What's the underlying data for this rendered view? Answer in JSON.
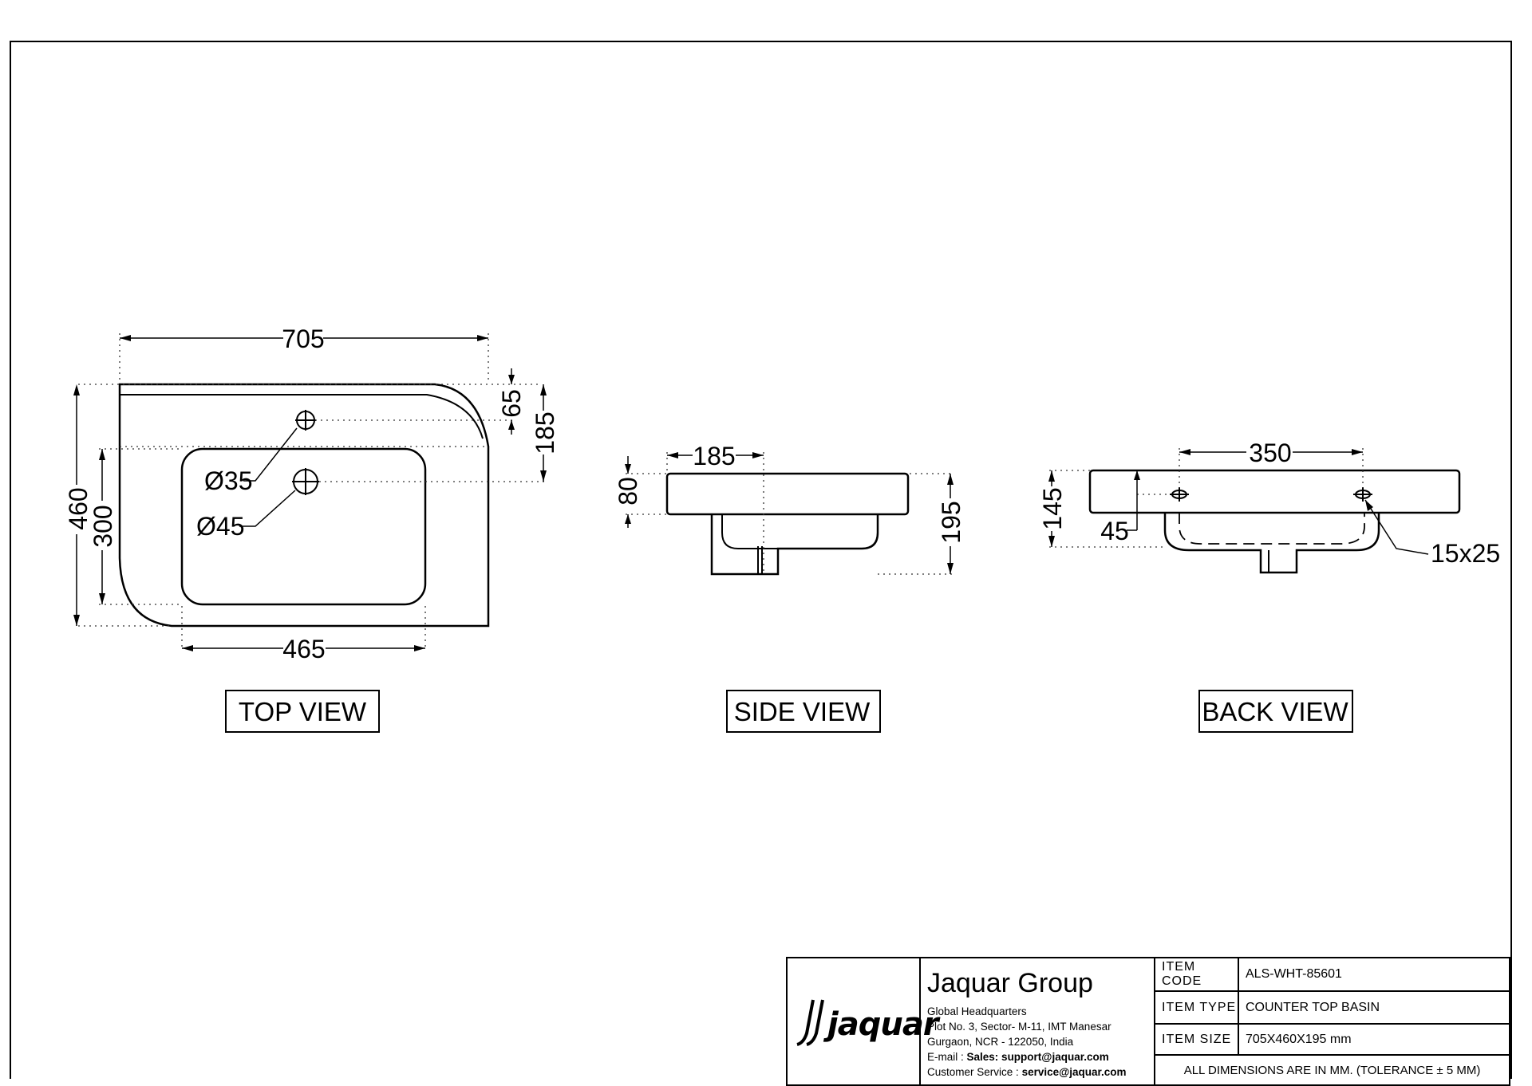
{
  "views": {
    "top": {
      "label": "TOP VIEW",
      "dims": {
        "width": "705",
        "offset": "65",
        "hole_offset": "185",
        "depth": "460",
        "bowl_depth": "300",
        "bowl_width": "465",
        "hole1": "Ø35",
        "hole2": "Ø45"
      }
    },
    "side": {
      "label": "SIDE VIEW",
      "dims": {
        "top_width": "185",
        "rim": "80",
        "height": "195"
      }
    },
    "back": {
      "label": "BACK VIEW",
      "dims": {
        "spacing": "350",
        "height": "145",
        "slot_pos": "45",
        "slot": "15x25"
      }
    }
  },
  "title_block": {
    "logo_text": "jaquar",
    "company": "Jaquar Group",
    "address_lines": [
      "Global Headquarters",
      "Plot No. 3, Sector- M-11, IMT Manesar",
      "Gurgaon, NCR - 122050, India"
    ],
    "email_label": "E-mail :",
    "email_value": "Sales: support@jaquar.com",
    "service_label": "Customer Service :",
    "service_value": "service@jaquar.com",
    "rows": [
      {
        "key": "ITEM  CODE",
        "value": "ALS-WHT-85601"
      },
      {
        "key": "ITEM  TYPE",
        "value": "COUNTER TOP BASIN"
      },
      {
        "key": "ITEM  SIZE",
        "value": "705X460X195  mm"
      }
    ],
    "note": "ALL DIMENSIONS ARE IN MM. (TOLERANCE ± 5 MM)"
  }
}
